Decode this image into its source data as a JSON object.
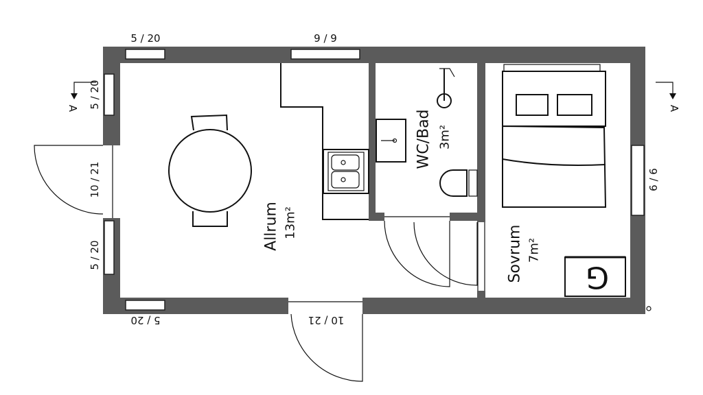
{
  "rooms": {
    "allrum": {
      "name": "Allrum",
      "area": "13m²"
    },
    "wcbad": {
      "name": "WC/Bad",
      "area": "3m²"
    },
    "sovrum": {
      "name": "Sovrum",
      "area": "7m²"
    }
  },
  "openings": {
    "top_left_window": "5 / 20",
    "top_center_window": "9 / 9",
    "left_top_window": "5 / 20",
    "left_door": "10 / 21",
    "left_bottom_window": "5 / 20",
    "bottom_left_window": "5 / 20",
    "bottom_door": "10 / 21",
    "right_window": "6 / 6"
  },
  "section_markers": {
    "left": "A",
    "right": "A"
  },
  "fireplace_symbol": "G",
  "colors": {
    "wall": "#5b5b5b",
    "line": "#111111",
    "background": "#ffffff"
  }
}
